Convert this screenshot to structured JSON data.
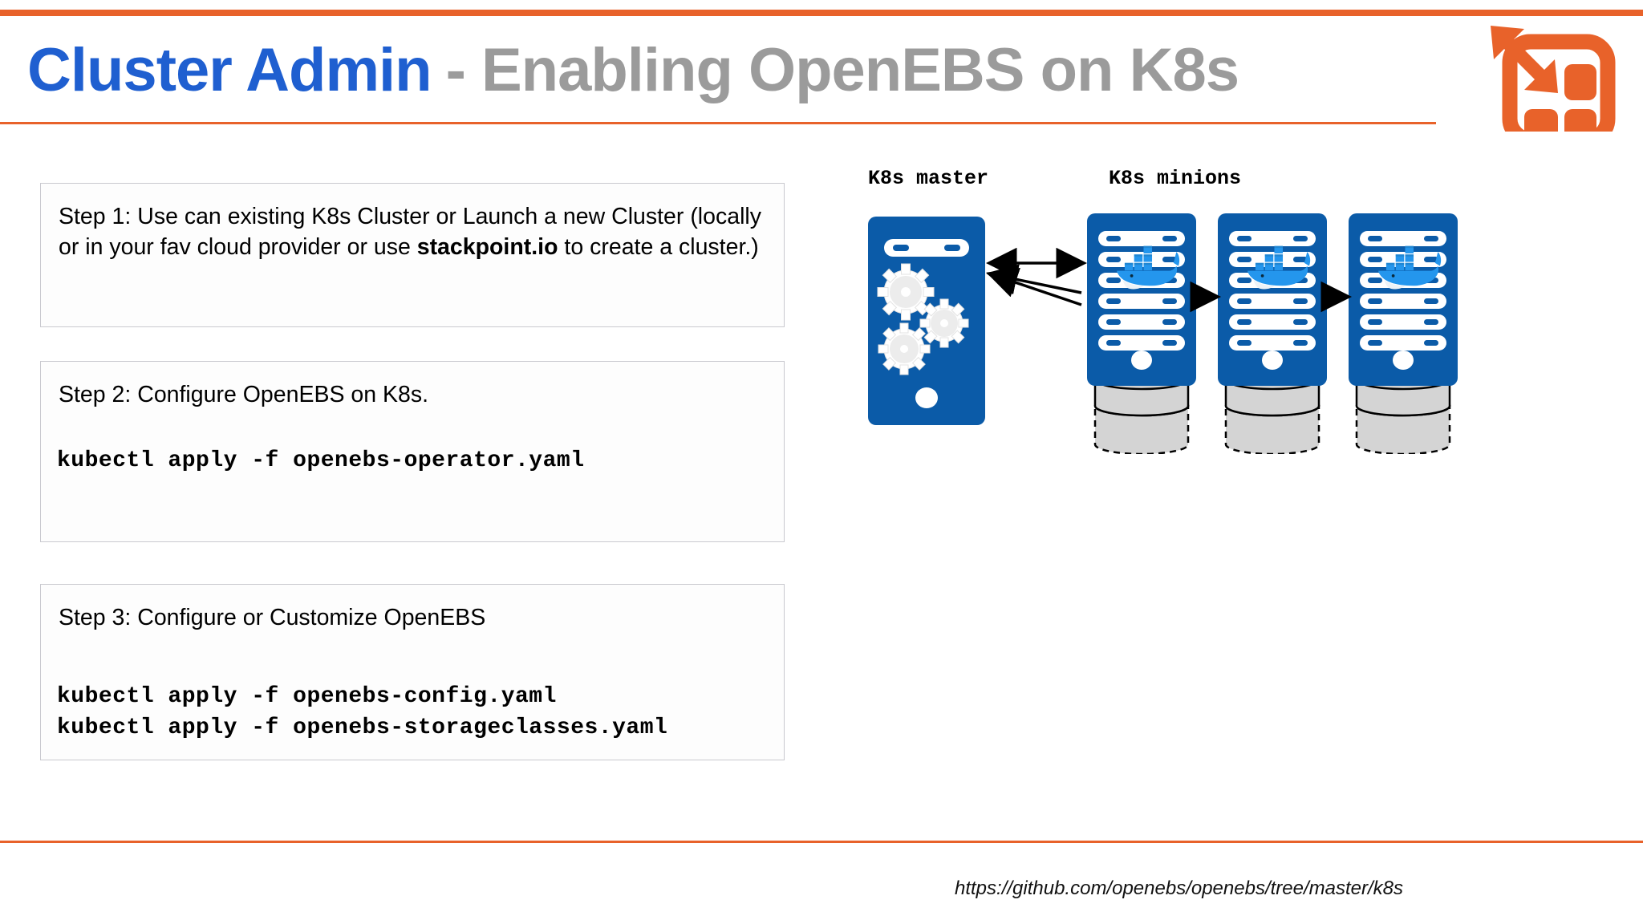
{
  "header": {
    "title_main": "Cluster Admin",
    "title_sub": "- Enabling OpenEBS on K8s",
    "rule_color": "#E8622A",
    "title_main_color": "#1F5FD0",
    "title_sub_color": "#9B9B9B",
    "logo_name": "openebs-logo",
    "logo_color": "#E8622A"
  },
  "steps": [
    {
      "id": "step-1",
      "text_parts": [
        {
          "text": "Step 1: Use can existing K8s Cluster or Launch a new Cluster (locally or in your fav cloud provider or use ",
          "bold": false
        },
        {
          "text": "stackpoint.io",
          "bold": true
        },
        {
          "text": " to create a cluster.)",
          "bold": false
        }
      ],
      "full_text": "Step 1: Use can existing K8s Cluster or Launch a new Cluster (locally or in your fav cloud provider or use stackpoint.io to create a cluster.)",
      "commands": []
    },
    {
      "id": "step-2",
      "heading": "Step 2: Configure OpenEBS on K8s.",
      "commands": [
        "kubectl apply -f openebs-operator.yaml"
      ]
    },
    {
      "id": "step-3",
      "heading": "Step 3: Configure or Customize OpenEBS",
      "commands": [
        "kubectl apply -f openebs-config.yaml",
        "kubectl apply -f openebs-storageclasses.yaml"
      ]
    }
  ],
  "diagram": {
    "master_label": "K8s master",
    "minions_label": "K8s minions",
    "master_node": {
      "name": "k8s-master-node",
      "color": "#0B5BA8",
      "icon": "gears-server-icon",
      "gear_count": 3
    },
    "minions": [
      {
        "name": "k8s-minion-node-1",
        "color": "#0B5BA8",
        "icon": "docker-whale-icon",
        "slot_count": 6,
        "has_storage_disk": true
      },
      {
        "name": "k8s-minion-node-2",
        "color": "#0B5BA8",
        "icon": "docker-whale-icon",
        "slot_count": 6,
        "has_storage_disk": true
      },
      {
        "name": "k8s-minion-node-3",
        "color": "#0B5BA8",
        "icon": "docker-whale-icon",
        "slot_count": 6,
        "has_storage_disk": true
      }
    ],
    "connections": [
      {
        "from": "k8s-master-node",
        "to": "k8s-minion-node-1",
        "style": "double-arrow"
      },
      {
        "from": "k8s-master-node",
        "to": "k8s-minion-node-2",
        "style": "arrow"
      },
      {
        "from": "k8s-master-node",
        "to": "k8s-minion-node-3",
        "style": "arrow"
      }
    ],
    "docker_color": "#2496ED",
    "disk_color": "#D4D4D4"
  },
  "footer": {
    "url": "https://github.com/openebs/openebs/tree/master/k8s",
    "rule_color": "#E8622A"
  }
}
